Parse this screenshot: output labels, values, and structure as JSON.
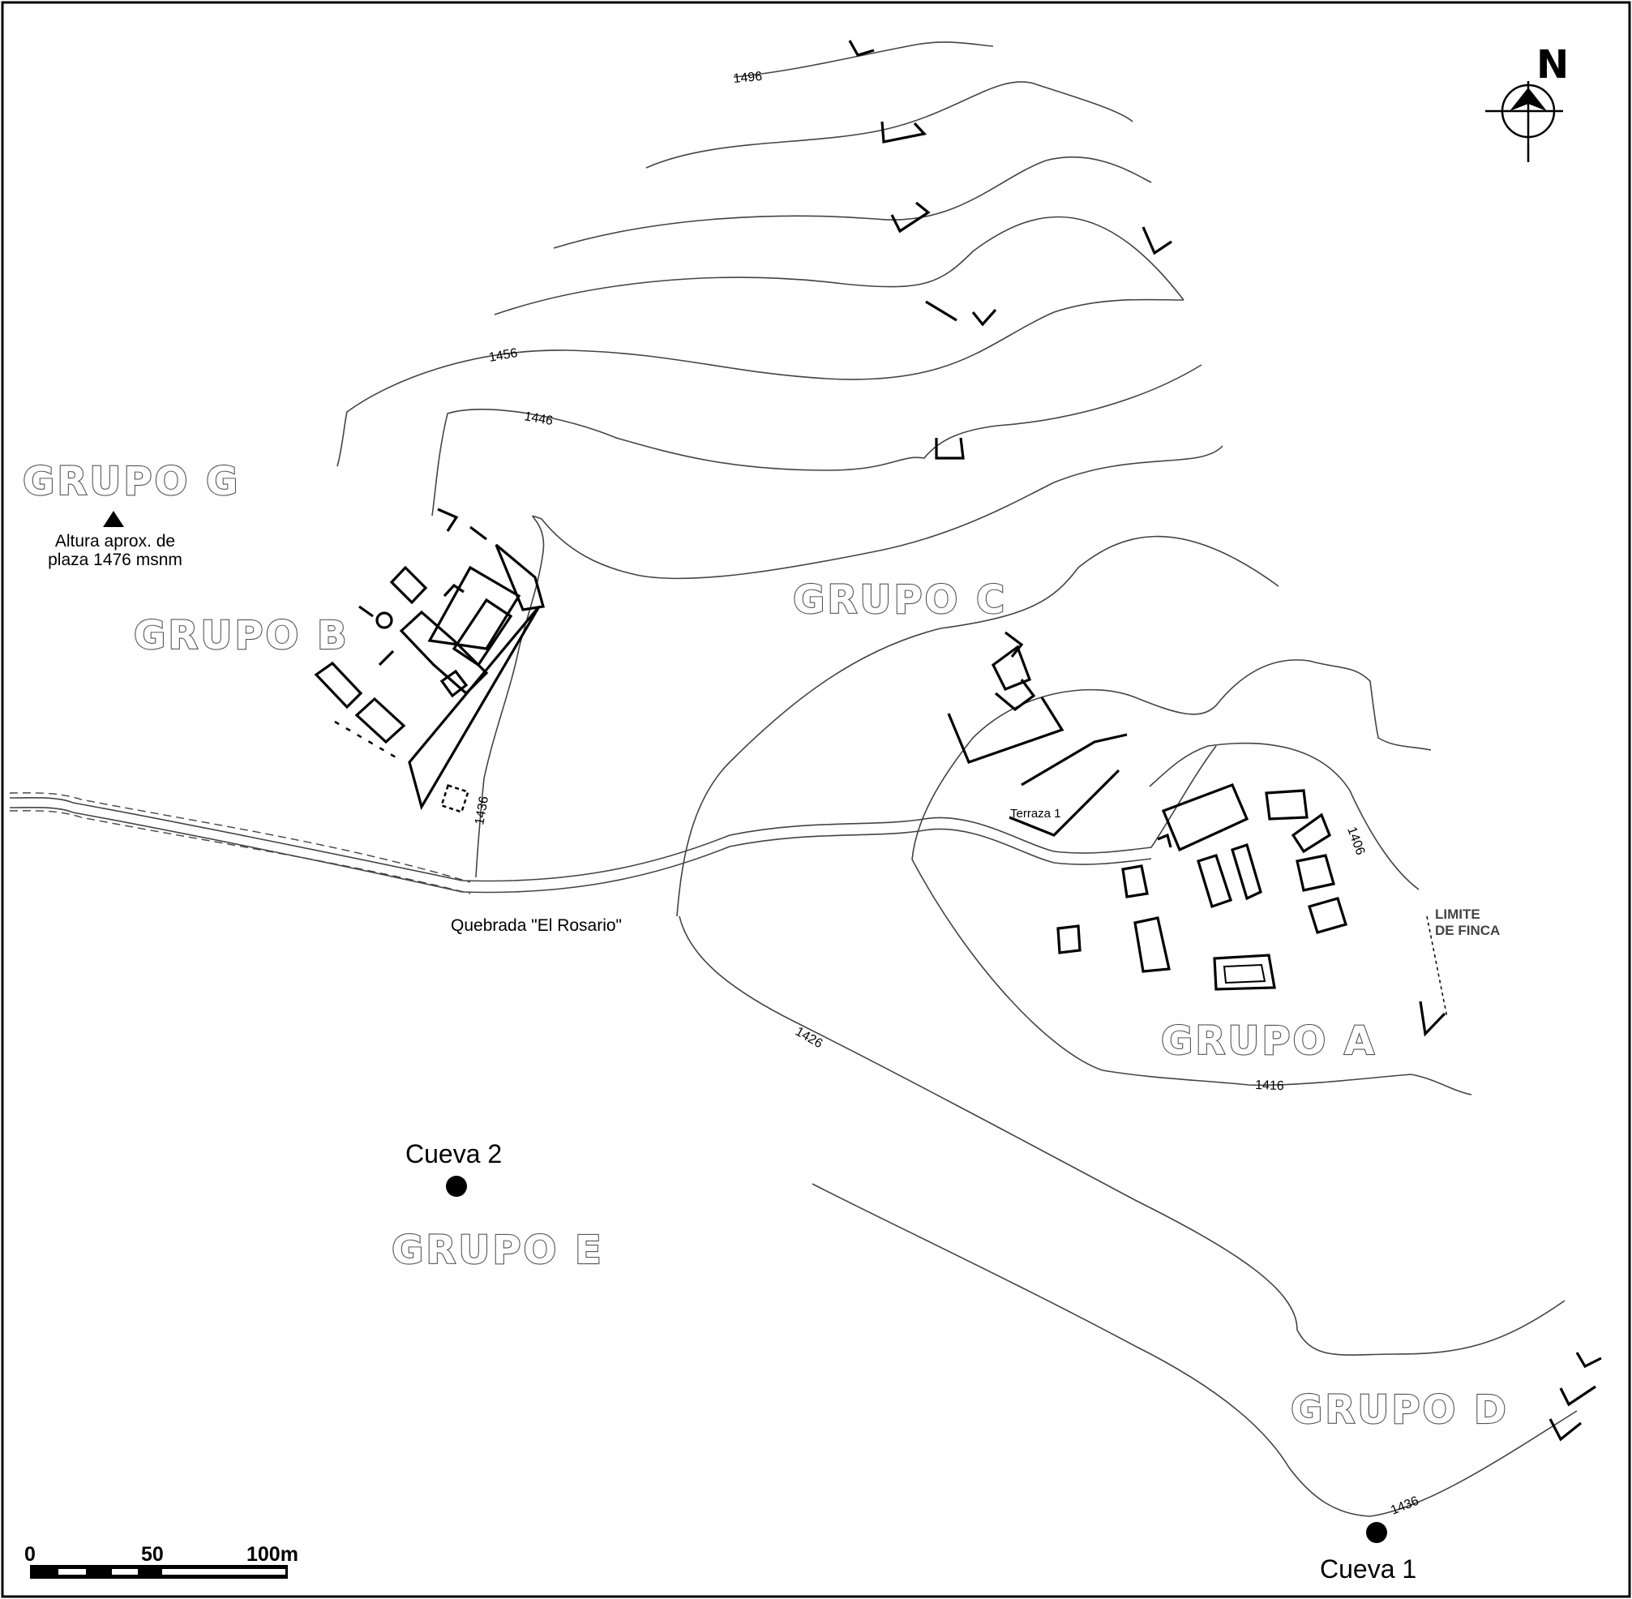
{
  "map": {
    "groups": {
      "a": "GRUPO A",
      "b": "GRUPO B",
      "c": "GRUPO C",
      "d": "GRUPO D",
      "e": "GRUPO E",
      "g": "GRUPO G"
    },
    "plaza_note": {
      "line1": "Altura aprox. de",
      "line2": "plaza 1476 msnm"
    },
    "stream_label": "Quebrada \"El Rosario\"",
    "terrace_label": "Terraza 1",
    "property_limit": {
      "line1": "LIMITE",
      "line2": "DE FINCA"
    },
    "caves": {
      "cave1": "Cueva 1",
      "cave2": "Cueva 2"
    },
    "contour_labels": {
      "c1496": "1496",
      "c1456": "1456",
      "c1446": "1446",
      "c1436_upper": "1436",
      "c1426": "1426",
      "c1416": "1416",
      "c1406": "1406",
      "c1436_lower": "1436"
    },
    "north_arrow": "N",
    "scale_bar": {
      "start": "0",
      "mid": "50",
      "end": "100m"
    }
  }
}
